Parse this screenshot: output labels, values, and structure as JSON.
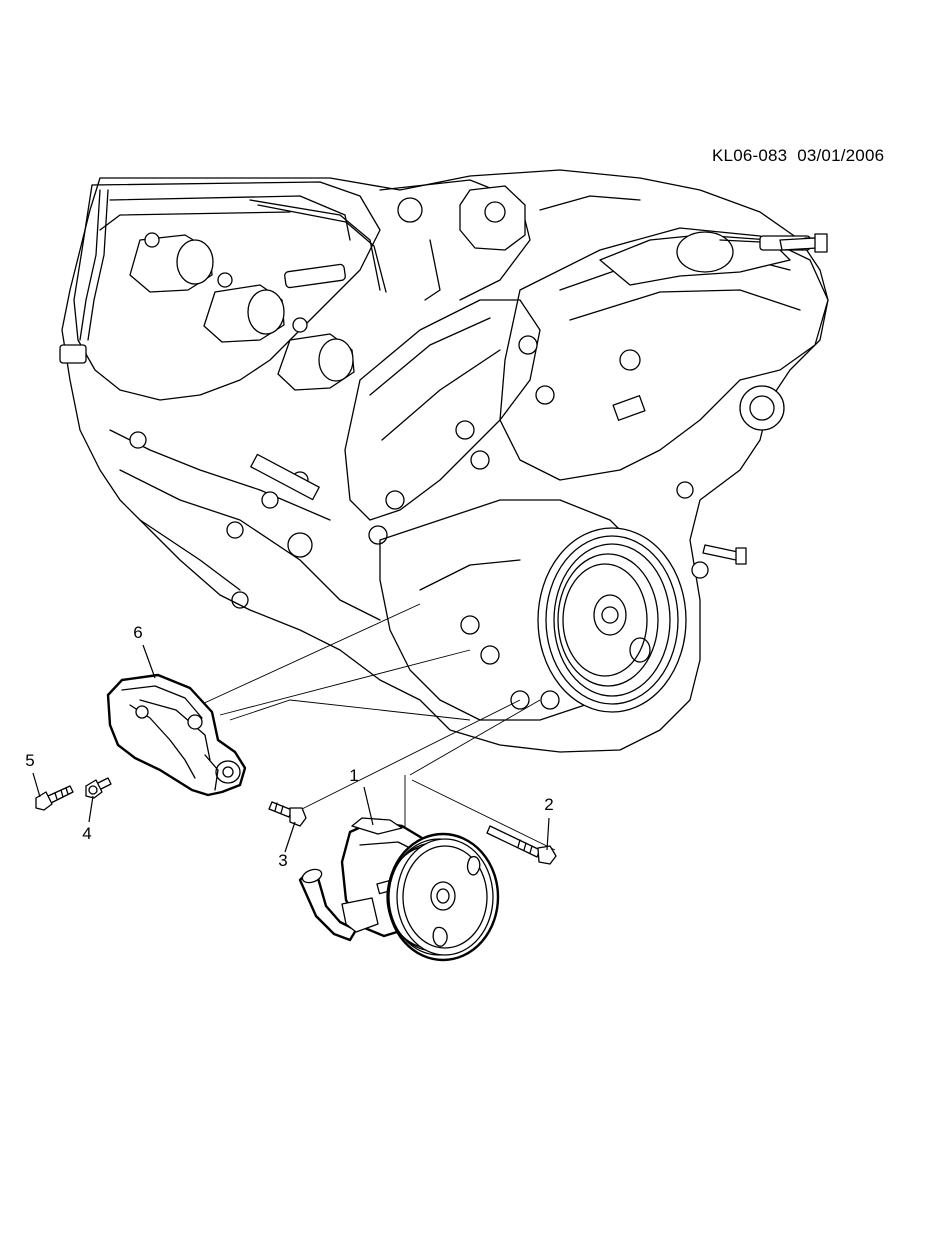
{
  "header": {
    "drawing_code": "KL06-083",
    "date": "03/01/2006"
  },
  "callouts": [
    {
      "id": "1",
      "label": "1"
    },
    {
      "id": "2",
      "label": "2"
    },
    {
      "id": "3",
      "label": "3"
    },
    {
      "id": "4",
      "label": "4"
    },
    {
      "id": "5",
      "label": "5"
    },
    {
      "id": "6",
      "label": "6"
    }
  ],
  "parts": [
    {
      "callout": "1",
      "icon": "power-steering-pump-icon"
    },
    {
      "callout": "2",
      "icon": "long-bolt-icon"
    },
    {
      "callout": "3",
      "icon": "bolt-icon"
    },
    {
      "callout": "4",
      "icon": "short-bolt-icon"
    },
    {
      "callout": "5",
      "icon": "bolt-icon"
    },
    {
      "callout": "6",
      "icon": "mounting-bracket-icon"
    }
  ],
  "colors": {
    "line": "#000000",
    "background": "#ffffff"
  }
}
